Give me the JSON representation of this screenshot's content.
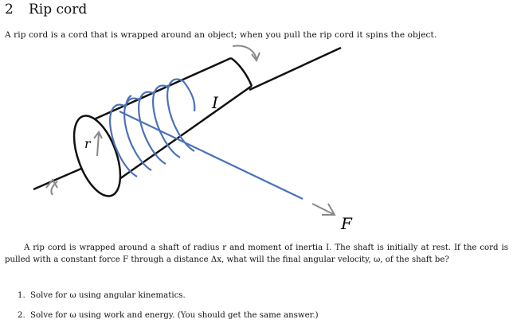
{
  "section": {
    "number": "2",
    "title": "Rip cord"
  },
  "intro": "A rip cord is a cord that is wrapped around an object; when you pull the rip cord it spins the object.",
  "figure": {
    "label_inertia": "I",
    "label_radius": "r",
    "label_force": "F"
  },
  "problem": {
    "paragraph": "A rip cord is wrapped around a shaft of radius r and moment of inertia I. The shaft is initially at rest. If the cord is pulled with a constant force F through a distance Δx, what will the final angular velocity, ω, of the shaft be?"
  },
  "tasks": [
    {
      "number": "1.",
      "text": "Solve for ω using angular kinematics."
    },
    {
      "number": "2.",
      "text": "Solve for ω using work and energy. (You should get the same answer.)"
    }
  ]
}
